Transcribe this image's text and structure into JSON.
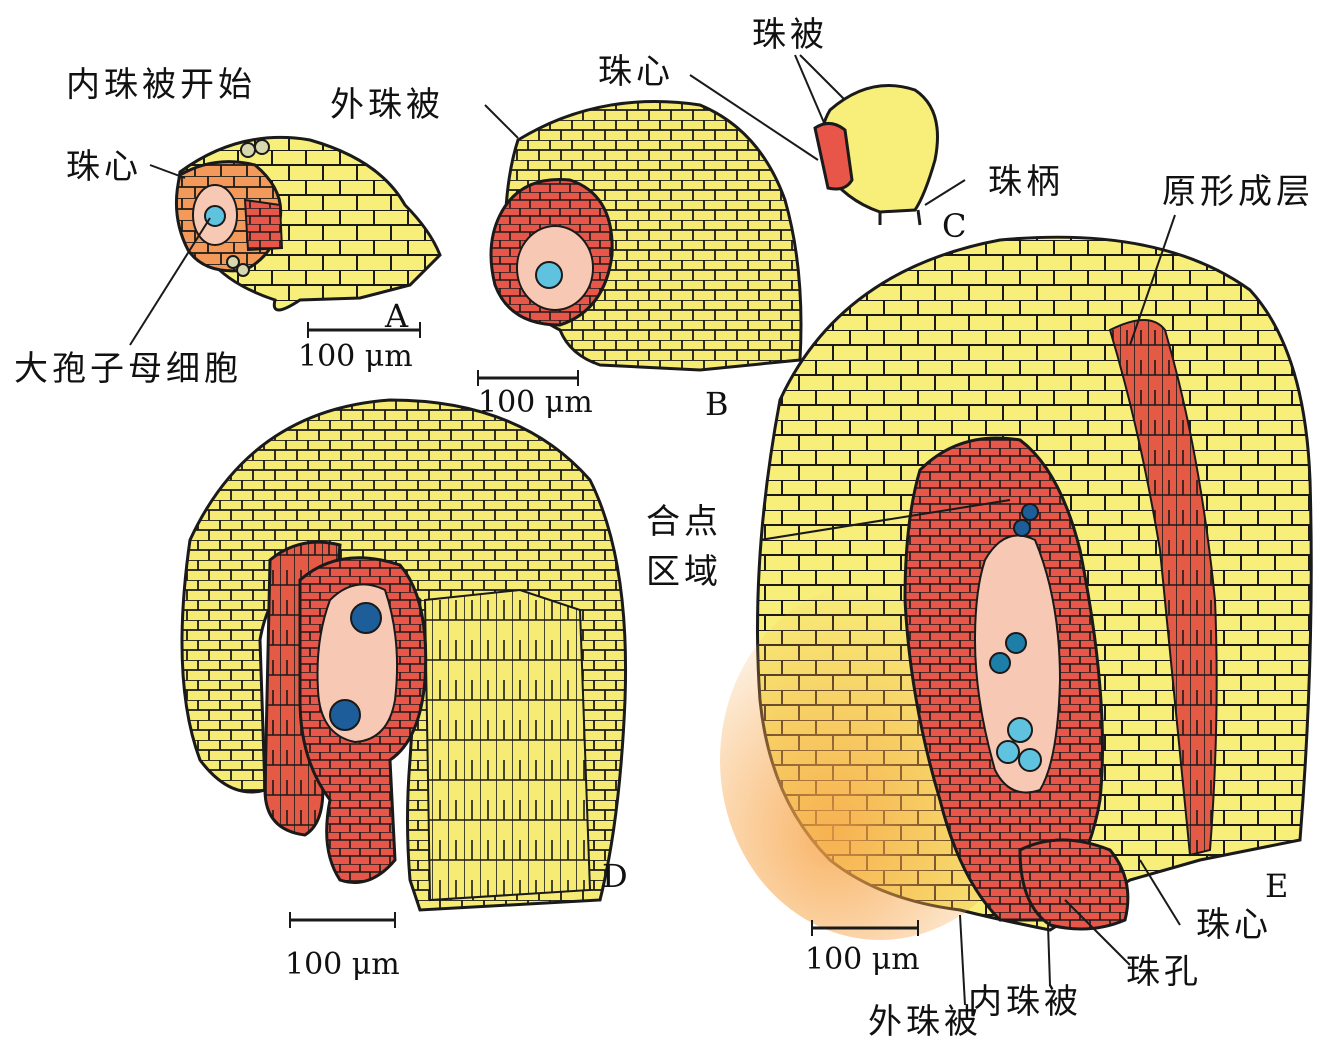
{
  "panels": {
    "A": {
      "letter": "A",
      "labels": {
        "inner_integument_start": "内珠被开始",
        "nucellus": "珠心",
        "megasporocyte": "大孢子母细胞"
      },
      "scale": "100 μm"
    },
    "B": {
      "letter": "B",
      "labels": {
        "outer_integument": "外珠被"
      },
      "scale": "100 μm"
    },
    "C": {
      "letter": "C",
      "labels": {
        "integument": "珠被",
        "nucellus": "珠心",
        "funiculus": "珠柄"
      }
    },
    "D": {
      "letter": "D",
      "scale": "100 μm"
    },
    "E": {
      "letter": "E",
      "labels": {
        "protoderm": "原形成层",
        "chalazal_region_line1": "合点",
        "chalazal_region_line2": "区域",
        "nucellus": "珠心",
        "micropyle": "珠孔",
        "inner_integument": "内珠被",
        "outer_integument": "外珠被"
      },
      "scale": "100 μm"
    }
  },
  "colors": {
    "yellow_cells": "#f7ef7a",
    "yellow_dark": "#f2dd55",
    "orange_cells": "#f39a5a",
    "red_cells": "#e8564a",
    "pink_sac": "#f7c9b4",
    "nucleus_blue": "#1d7ea8",
    "outline": "#1a1a1a"
  }
}
